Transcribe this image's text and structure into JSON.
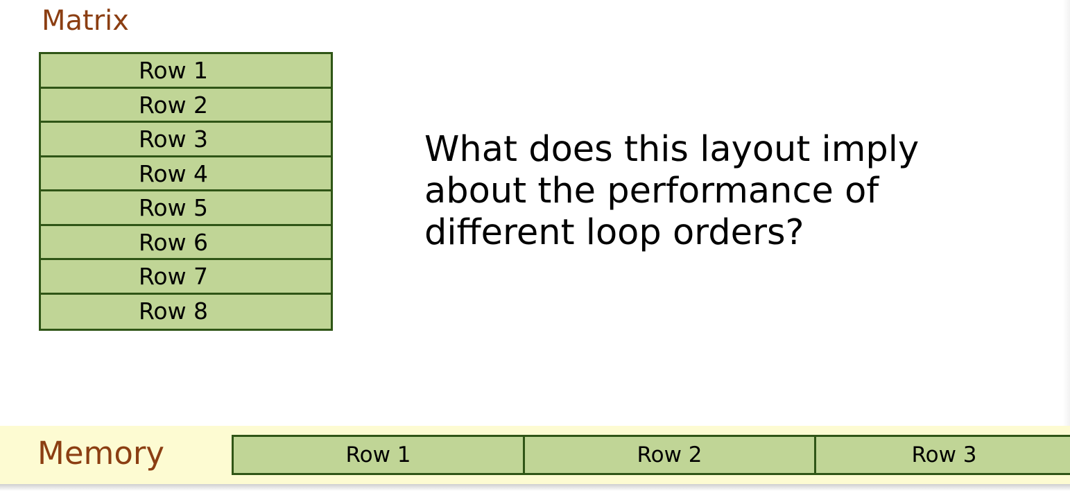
{
  "matrix": {
    "title": "Matrix",
    "rows": [
      "Row 1",
      "Row 2",
      "Row 3",
      "Row 4",
      "Row 5",
      "Row 6",
      "Row 7",
      "Row 8"
    ]
  },
  "question": {
    "lines": [
      "What does this layout imply",
      "about the performance of",
      "different loop orders?"
    ]
  },
  "memory": {
    "label": "Memory",
    "cells": [
      "Row 1",
      "Row 2",
      "Row 3"
    ]
  },
  "colors": {
    "label_brown": "#8b3e12",
    "cell_green": "#c0d596",
    "border_green": "#2f5516",
    "band_yellow": "#fdfbd2"
  }
}
